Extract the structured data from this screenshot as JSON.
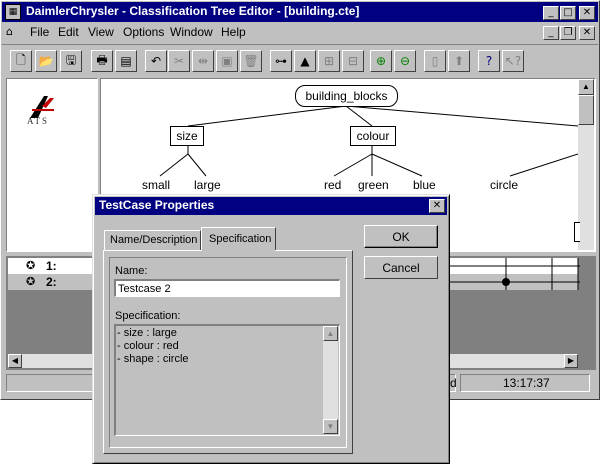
{
  "window": {
    "title": "DaimlerChrysler - Classification Tree Editor - [building.cte]",
    "min_glyph": "_",
    "max_glyph": "□",
    "close_glyph": "✕"
  },
  "menu": {
    "items": [
      "File",
      "Edit",
      "View",
      "Options",
      "Window",
      "Help"
    ]
  },
  "logo": {
    "text": "ATS"
  },
  "tree": {
    "root": "building_blocks",
    "classifications": [
      "size",
      "colour"
    ],
    "classes": [
      "small",
      "large",
      "red",
      "green",
      "blue",
      "circle"
    ]
  },
  "testcases": [
    {
      "label": "1:"
    },
    {
      "label": "2:"
    }
  ],
  "status": {
    "time": "13:17:37",
    "partial": "d"
  },
  "dialog": {
    "title": "TestCase Properties",
    "close_glyph": "✕",
    "tabs": [
      "Name/Description",
      "Specification"
    ],
    "ok_label": "OK",
    "cancel_label": "Cancel",
    "name_label": "Name:",
    "name_value": "Testcase 2",
    "spec_label": "Specification:",
    "spec_lines": [
      "- size : large",
      "- colour : red",
      "- shape : circle"
    ]
  },
  "colors": {
    "titlebar": "#000080",
    "face": "#c0c0c0",
    "shadow": "#808080"
  }
}
